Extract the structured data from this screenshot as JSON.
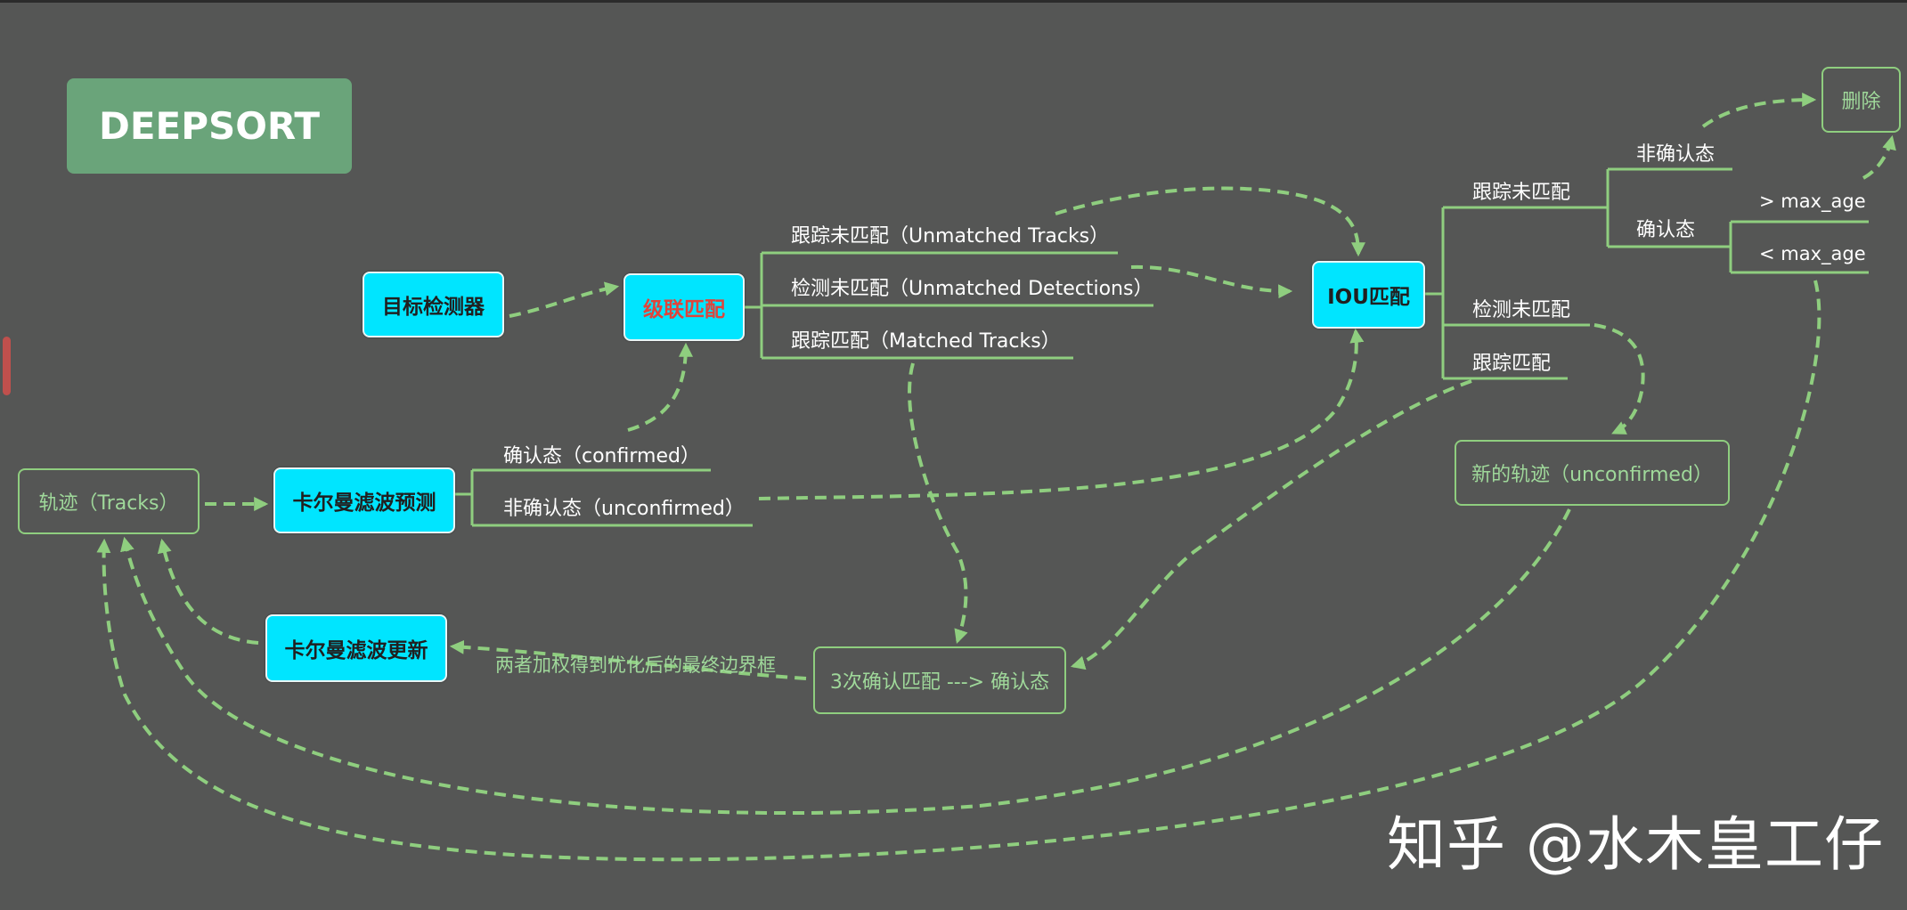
{
  "title": "DEEPSORT",
  "nodes": {
    "detector": "目标检测器",
    "cascade": "级联匹配",
    "iou": "IOU匹配",
    "kf_predict": "卡尔曼滤波预测",
    "kf_update": "卡尔曼滤波更新",
    "tracks": "轨迹（Tracks）",
    "new_track": "新的轨迹（unconfirmed）",
    "confirm3": "3次确认匹配 ---> 确认态",
    "delete": "删除"
  },
  "labels": {
    "cascade_unmatched_tracks": "跟踪未匹配（Unmatched Tracks）",
    "cascade_unmatched_detections": "检测未匹配（Unmatched Detections）",
    "cascade_matched_tracks": "跟踪匹配（Matched Tracks）",
    "predict_confirmed": "确认态（confirmed）",
    "predict_unconfirmed": "非确认态（unconfirmed）",
    "iou_unmatched_tracks": "跟踪未匹配",
    "iou_unmatched_detections": "检测未匹配",
    "iou_matched_tracks": "跟踪匹配",
    "unconfirmed_state": "非确认态",
    "confirmed_state": "确认态",
    "gt_max_age": "> max_age",
    "lt_max_age": "< max_age",
    "weighted_box": "两者加权得到优化后的最终边界框"
  },
  "watermark": "知乎 @水木皇工仔",
  "colors": {
    "background": "#555655",
    "node_fill": "#00e5ff",
    "title_fill": "#6aa47a",
    "connector": "#8fce7f",
    "accent_red": "#e0443a"
  }
}
